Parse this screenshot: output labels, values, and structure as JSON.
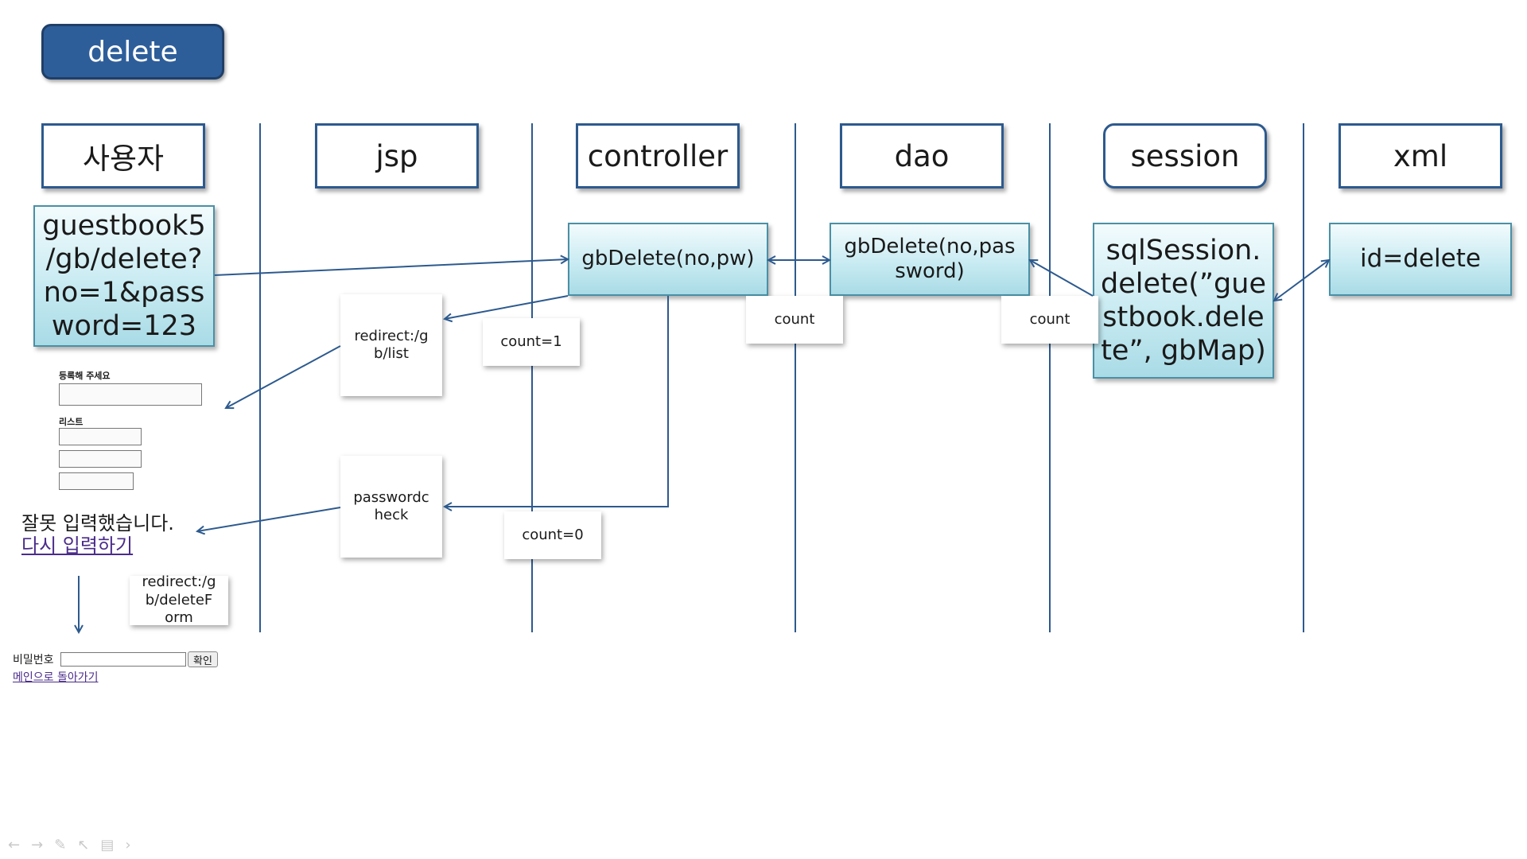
{
  "title": "delete",
  "lanes": {
    "user": "사용자",
    "jsp": "jsp",
    "controller": "controller",
    "dao": "dao",
    "session": "session",
    "xml": "xml"
  },
  "boxes": {
    "request": "guestbook5 /gb/delete? no=1&pass word=123",
    "controller_call": "gbDelete(no,pw)",
    "dao_call": "gbDelete(no,pas sword)",
    "session_call": "sqlSession. delete(”gue stbook.dele te”, gbMap)",
    "xml_id": "id=delete"
  },
  "notes": {
    "redirect_list": "redirect:/g b/list",
    "count1": "count=1",
    "count_dao": "count",
    "count_session": "count",
    "password_check": "passwordc heck",
    "count0": "count=0",
    "redirect_delete_form": "redirect:/g b/deleteF orm"
  },
  "list_preview": {
    "form_title": "등록해 주세요",
    "list_title": "리스트"
  },
  "error_page": {
    "message": "잘못 입력했습니다.",
    "retry_link": "다시 입력하기"
  },
  "delete_form": {
    "password_label": "비밀번호",
    "confirm_button": "확인",
    "main_link": "메인으로 돌아가기"
  },
  "colors": {
    "title_fill": "#2e5e9a",
    "lane_border": "#2d5a8e",
    "process_fill": "#c9ebf2",
    "arrow": "#2d5a8e"
  }
}
